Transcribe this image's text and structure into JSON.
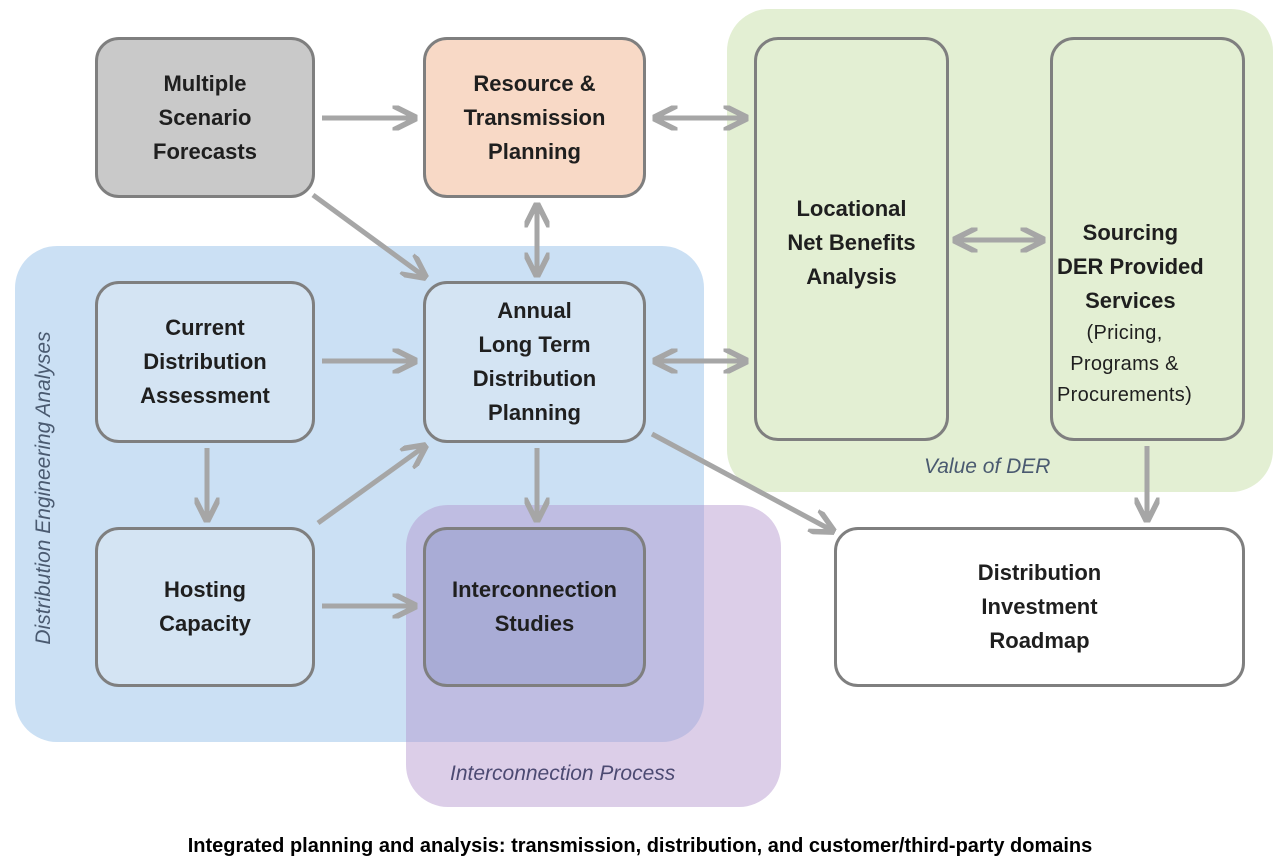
{
  "regions": {
    "value_of_der": "Value of DER",
    "distribution_engineering": "Distribution Engineering Analyses",
    "interconnection_process": "Interconnection Process"
  },
  "boxes": {
    "forecasts": "Multiple\nScenario\nForecasts",
    "resource": "Resource &\nTransmission\nPlanning",
    "current": "Current\nDistribution\nAssessment",
    "annual": "Annual\nLong Term\nDistribution\nPlanning",
    "hosting": "Hosting\nCapacity",
    "interconnection": "Interconnection\nStudies",
    "locational": "Locational\nNet Benefits\nAnalysis",
    "sourcing_title": "Sourcing\nDER Provided\nServices",
    "sourcing_sub": "(Pricing,\nPrograms &\nProcurements)",
    "roadmap": "Distribution\nInvestment\nRoadmap"
  },
  "caption": "Integrated planning and analysis: transmission, distribution, and customer/third-party domains",
  "colors": {
    "arrow": "#a6a6a6",
    "value_region": "#e3efd3",
    "dist_region": "#c4dcf2",
    "inter_region": "#b292cc",
    "forecasts_box": "#c9c9c9",
    "resource_box": "#f8d9c6",
    "interconnection_box": "#a9acd6"
  }
}
